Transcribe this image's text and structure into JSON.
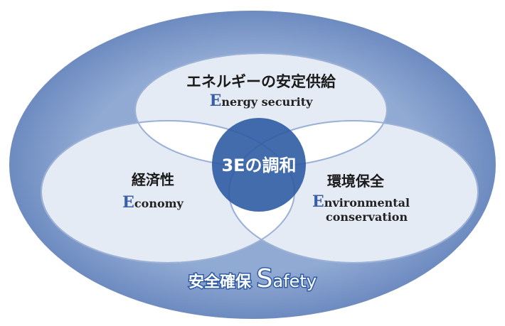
{
  "colors": {
    "outer": "#8fa8d2",
    "outer_edge": "#6f8cc0",
    "circle_fill": "#e5ebf5",
    "circle_stroke": "#9bb1d6",
    "center": "#2f5ca4",
    "accent": "#3a5fa8"
  },
  "top": {
    "title": "エネルギーの安定供給",
    "initial": "E",
    "rest": "nergy security"
  },
  "left": {
    "title": "経済性",
    "initial": "E",
    "rest": "conomy"
  },
  "right": {
    "title": "環境保全",
    "initial": "E",
    "rest1": "nvironmental",
    "line2": "conservation"
  },
  "center": {
    "label": "3Eの調和"
  },
  "outer": {
    "title": "安全確保",
    "initial": "S",
    "rest": "afety"
  }
}
